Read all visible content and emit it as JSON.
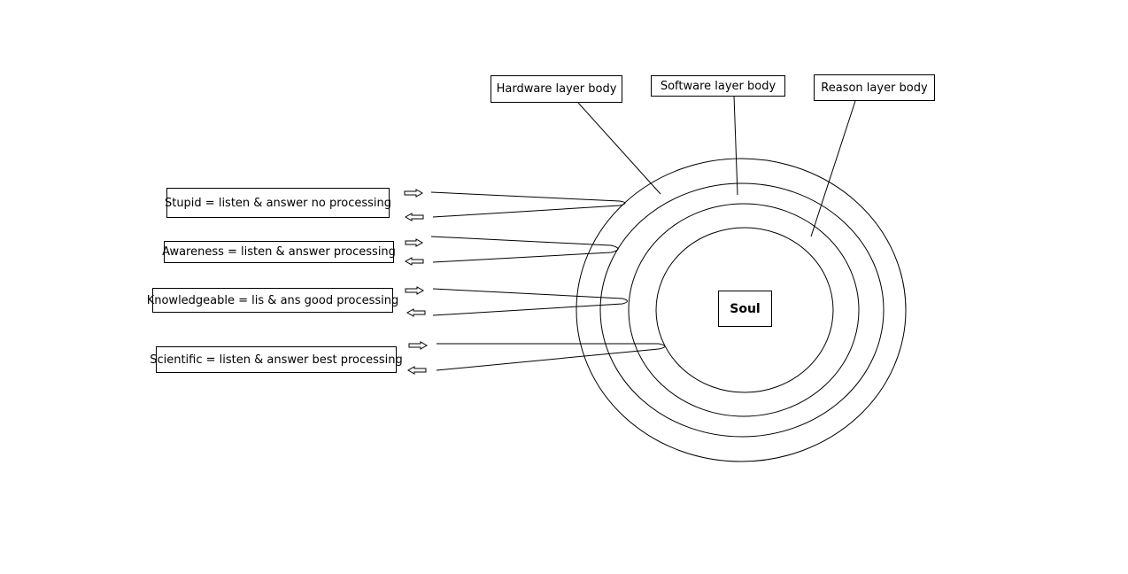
{
  "layers": {
    "hardware": "Hardware layer body",
    "software": "Software layer body",
    "reason": "Reason layer body",
    "core": "Soul"
  },
  "levels": [
    "Stupid = listen & answer no processing",
    "Awareness = listen & answer processing",
    "Knowledgeable = lis & ans good processing",
    "Scientific = listen & answer best processing"
  ],
  "colors": {
    "line": "#000000",
    "background": "#ffffff"
  }
}
